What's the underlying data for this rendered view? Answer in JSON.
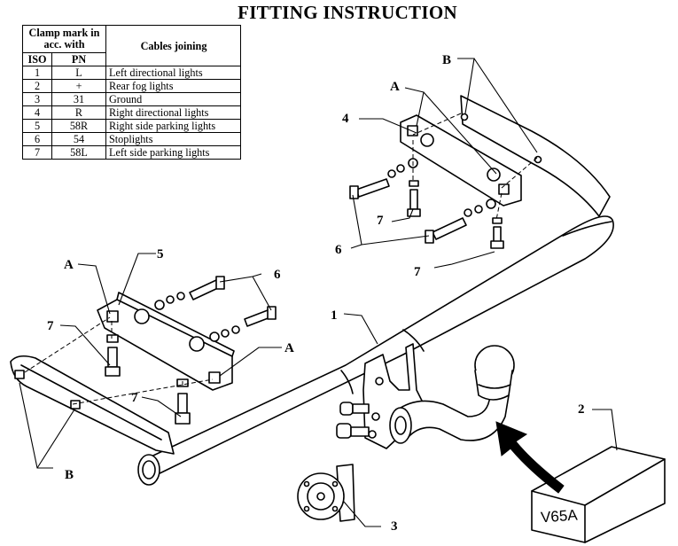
{
  "title": "FITTING INSTRUCTION",
  "table": {
    "header_mark": "Clamp mark in acc. with",
    "header_iso": "ISO",
    "header_pn": "PN",
    "header_cables": "Cables joining",
    "rows": [
      {
        "iso": "1",
        "pn": "L",
        "desc": "Left directional lights"
      },
      {
        "iso": "2",
        "pn": "+",
        "desc": "Rear fog lights"
      },
      {
        "iso": "3",
        "pn": "31",
        "desc": "Ground"
      },
      {
        "iso": "4",
        "pn": "R",
        "desc": "Right directional lights"
      },
      {
        "iso": "5",
        "pn": "58R",
        "desc": "Right side parking lights"
      },
      {
        "iso": "6",
        "pn": "54",
        "desc": "Stoplights"
      },
      {
        "iso": "7",
        "pn": "58L",
        "desc": "Left side parking lights"
      }
    ]
  },
  "callouts": {
    "l1": "1",
    "l2": "2",
    "l3": "3",
    "l4": "4",
    "l5": "5",
    "l6a": "6",
    "l6b": "6",
    "l7a": "7",
    "l7b": "7",
    "l7c": "7",
    "l7d": "7",
    "la1": "A",
    "la2": "A",
    "la3": "A",
    "lb1": "B",
    "lb2": "B"
  },
  "box_label": "V65A"
}
